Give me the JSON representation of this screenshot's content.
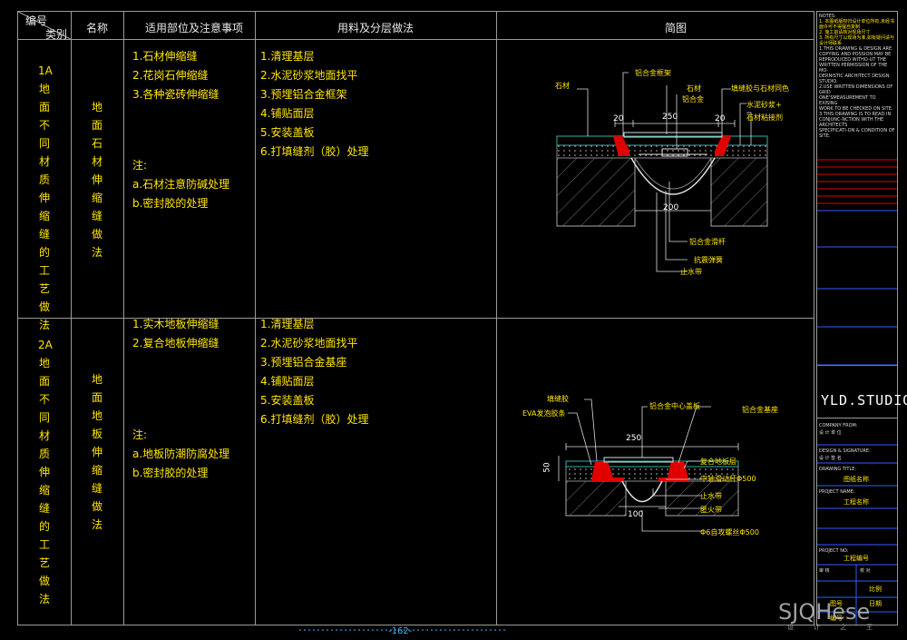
{
  "header": {
    "code": "编号",
    "category": "类别",
    "name": "名称",
    "scope": "适用部位及注意事项",
    "materials": "用料及分层做法",
    "sketch": "简图"
  },
  "rows": [
    {
      "code_chars": "1A地面不同材质伸缩缝的工艺做法",
      "name_chars": "地面石材伸缩缝做法",
      "scope": [
        "1.石材伸缩缝",
        "2.花岗石伸缩缝",
        "3.各种瓷砖伸缩缝"
      ],
      "note_title": "注:",
      "notes": [
        "a.石材注意防碱处理",
        "b.密封胶的处理"
      ],
      "materials": [
        "1.清理基层",
        "2.水泥砂浆地面找平",
        "3.预埋铝合金框架",
        "4.铺贴面层",
        "5.安装盖板",
        "6.打填缝剂（胶）处理"
      ]
    },
    {
      "code_chars": "2A地面不同材质伸缩缝的工艺做法",
      "name_chars": "地面地板伸缩缝做法",
      "scope": [
        "1.实木地板伸缩缝",
        "2.复合地板伸缩缝"
      ],
      "note_title": "注:",
      "notes": [
        "a.地板防潮防腐处理",
        "b.密封胶的处理"
      ],
      "materials": [
        "1.清理基层",
        "2.水泥砂浆地面找平",
        "3.预埋铝合金基座",
        "4.铺贴面层",
        "5.安装盖板",
        "6.打填缝剂（胶）处理"
      ]
    }
  ],
  "diagram1": {
    "labels": {
      "stone_left": "石材",
      "al_frame": "铝合金框架",
      "stone_top": "石材",
      "al_alloy": "铝合金",
      "sealant": "填缝胶与石材同色",
      "cement": "水泥砂浆+",
      "stone_adhesive": "石材粘接剂",
      "al_slide": "铝合金滑杆",
      "anti_quake": "抗震弹簧",
      "waterstop": "止水带"
    },
    "dims": {
      "d20a": "20",
      "d250": "250",
      "d20b": "20",
      "d200": "200"
    }
  },
  "diagram2": {
    "labels": {
      "sealant": "填缝胶",
      "eva": "EVA发泡胶条",
      "al_cover": "铝合金中心盖板",
      "al_base": "铝合金基座",
      "composite": "复合地板层",
      "slide_rod": "中轴滑动杆Φ500",
      "waterstop": "止水带",
      "fire": "匿火带",
      "screw": "Φ6自攻螺丝Φ500"
    },
    "dims": {
      "d250": "250",
      "d50": "50",
      "d100": "100"
    }
  },
  "title_block": {
    "notes_head": "NOTES:",
    "notes_cn": [
      "1. 本图纸版权归设计单位所有,未经书面许可不得擅自复制",
      "2. 施工前请核对现场尺寸",
      "3. 所有尺寸以现场为准,如有疑问请与设计师联系"
    ],
    "notes_en": [
      "1.THIS DRAWING & DESIGN ARE",
      "COPYING AND POSSION MAY BE",
      "REPRODUCED WITHO-UT THE",
      "WRITTEN PERMISSION OF THE MO-",
      "DERNISTIC ARCHITECT DESIGN STUDIO.",
      "2.USE WRITTEN DIMENSIONS OF GRID",
      "ONE'SMEASUREMENT TO EXISING",
      "WORK TO BE CHECKED ON SITE.",
      "3.THIS DRAWING IS TO READ IN",
      "CONJUNC-NCTION WITH THE ARCHITECTS",
      "SPECIFICATI-ON & CONDITION OF SITE."
    ],
    "studio": "YLD.STUDIO",
    "company_label": "COMPANY FROM:",
    "company_val": "设 计 单 位",
    "signature_label": "DESIGN & SIGNATURE:",
    "signature_val": "设 计 签 名",
    "drawing_title_label": "DRAWING TITLE:",
    "drawing_title_val": "图纸名称",
    "project_label": "PROJECT NAME:",
    "project_val": "工程名称",
    "project_no_label": "PROJECT NO:",
    "project_no_val": "工程编号",
    "audit_label": "审 核",
    "check_label": "校 对",
    "scale": "比例",
    "sheet_no": "图号",
    "date": "日期",
    "drawn": "编号"
  },
  "page_number": "-162-",
  "watermark": {
    "main": "SJQHese",
    "sub": "设计之王"
  },
  "colors": {
    "background": "#000000",
    "text_yellow": "#ffe600",
    "accent_red": "#e00000",
    "accent_blue": "#2f5bff",
    "grid_line": "#9a9a9a"
  }
}
